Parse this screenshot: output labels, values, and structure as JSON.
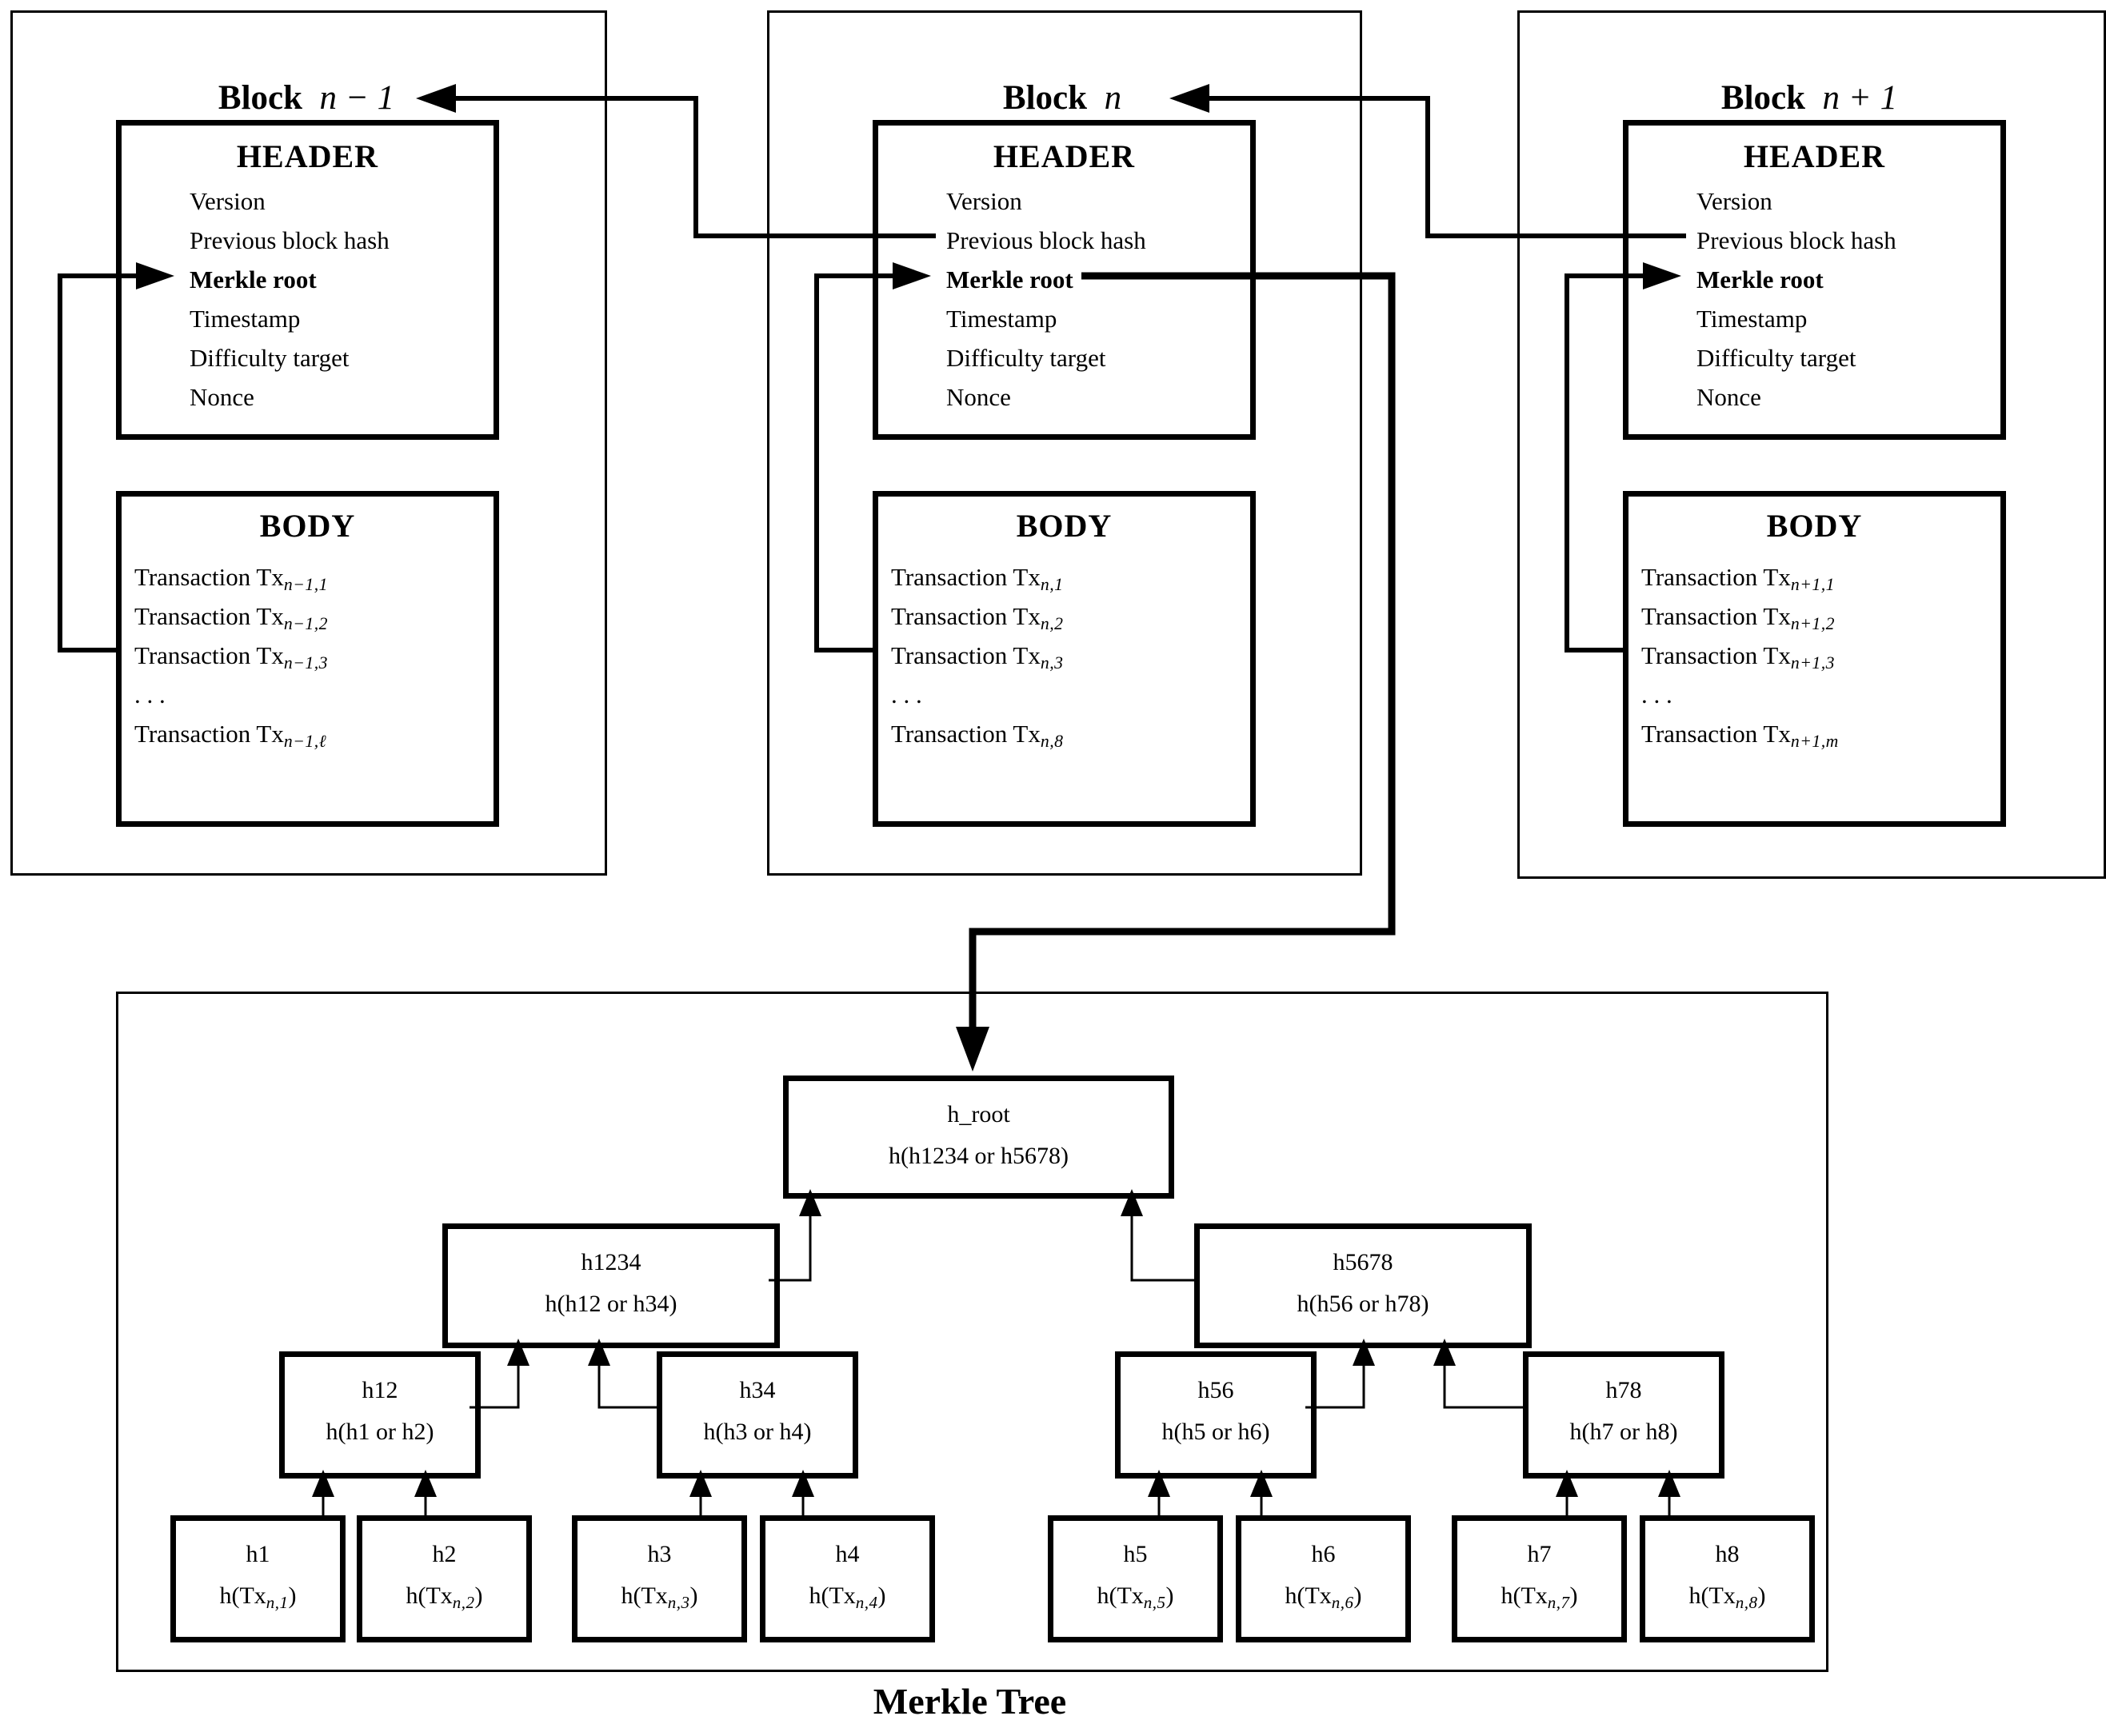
{
  "colors": {
    "ink": "#000000",
    "background": "#ffffff"
  },
  "blocks": [
    {
      "title": {
        "prefix": "Block",
        "math": "n − 1"
      },
      "header": {
        "title": "HEADER",
        "fields": [
          {
            "text": "Version"
          },
          {
            "text": "Previous block hash"
          },
          {
            "text": "Merkle root"
          },
          {
            "text": "Timestamp"
          },
          {
            "text": "Difficulty target"
          },
          {
            "text": "Nonce"
          }
        ]
      },
      "body": {
        "title": "BODY",
        "rows": [
          {
            "main": "Transaction Tx",
            "sub": "n−1,1"
          },
          {
            "main": "Transaction Tx",
            "sub": "n−1,2"
          },
          {
            "main": "Transaction Tx",
            "sub": "n−1,3"
          },
          {
            "main": ". . .",
            "sub": ""
          },
          {
            "main": "Transaction Tx",
            "sub": "n−1,ℓ"
          }
        ]
      }
    },
    {
      "title": {
        "prefix": "Block",
        "math": "n"
      },
      "header": {
        "title": "HEADER",
        "fields": [
          {
            "text": "Version"
          },
          {
            "text": "Previous block hash"
          },
          {
            "text": "Merkle root"
          },
          {
            "text": "Timestamp"
          },
          {
            "text": "Difficulty target"
          },
          {
            "text": "Nonce"
          }
        ]
      },
      "body": {
        "title": "BODY",
        "rows": [
          {
            "main": "Transaction Tx",
            "sub": "n,1"
          },
          {
            "main": "Transaction Tx",
            "sub": "n,2"
          },
          {
            "main": "Transaction Tx",
            "sub": "n,3"
          },
          {
            "main": ". . .",
            "sub": ""
          },
          {
            "main": "Transaction Tx",
            "sub": "n,8"
          }
        ]
      }
    },
    {
      "title": {
        "prefix": "Block",
        "math": "n + 1"
      },
      "header": {
        "title": "HEADER",
        "fields": [
          {
            "text": "Version"
          },
          {
            "text": "Previous block hash"
          },
          {
            "text": "Merkle root"
          },
          {
            "text": "Timestamp"
          },
          {
            "text": "Difficulty target"
          },
          {
            "text": "Nonce"
          }
        ]
      },
      "body": {
        "title": "BODY",
        "rows": [
          {
            "main": "Transaction Tx",
            "sub": "n+1,1"
          },
          {
            "main": "Transaction Tx",
            "sub": "n+1,2"
          },
          {
            "main": "Transaction Tx",
            "sub": "n+1,3"
          },
          {
            "main": ". . .",
            "sub": ""
          },
          {
            "main": "Transaction Tx",
            "sub": "n+1,m"
          }
        ]
      }
    }
  ],
  "tree": {
    "caption": "Merkle Tree",
    "root": {
      "line1": "h_root",
      "line2": "h(h1234 or h5678)"
    },
    "level2": [
      {
        "line1": "h1234",
        "line2": "h(h12 or h34)"
      },
      {
        "line1": "h5678",
        "line2": "h(h56 or h78)"
      }
    ],
    "level3": [
      {
        "line1": "h12",
        "line2": "h(h1 or h2)"
      },
      {
        "line1": "h34",
        "line2": "h(h3 or h4)"
      },
      {
        "line1": "h56",
        "line2": "h(h5 or h6)"
      },
      {
        "line1": "h78",
        "line2": "h(h7 or h8)"
      }
    ],
    "leaves": [
      {
        "line1": "h1",
        "pre": "h(Tx",
        "sub": "n,1",
        "post": ")"
      },
      {
        "line1": "h2",
        "pre": "h(Tx",
        "sub": "n,2",
        "post": ")"
      },
      {
        "line1": "h3",
        "pre": "h(Tx",
        "sub": "n,3",
        "post": ")"
      },
      {
        "line1": "h4",
        "pre": "h(Tx",
        "sub": "n,4",
        "post": ")"
      },
      {
        "line1": "h5",
        "pre": "h(Tx",
        "sub": "n,5",
        "post": ")"
      },
      {
        "line1": "h6",
        "pre": "h(Tx",
        "sub": "n,6",
        "post": ")"
      },
      {
        "line1": "h7",
        "pre": "h(Tx",
        "sub": "n,7",
        "post": ")"
      },
      {
        "line1": "h8",
        "pre": "h(Tx",
        "sub": "n,8",
        "post": ")"
      }
    ]
  }
}
